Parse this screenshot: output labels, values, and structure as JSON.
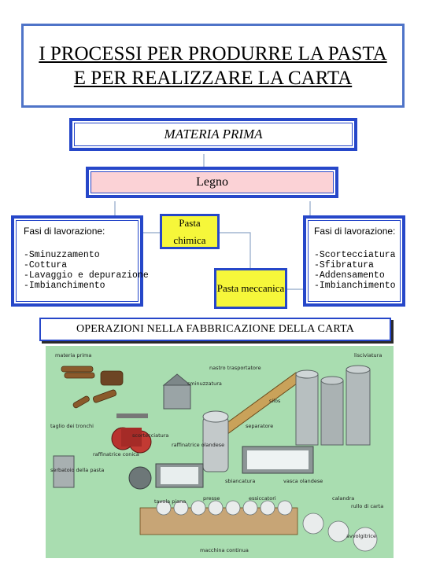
{
  "title": "I PROCESSI PER PRODURRE LA PASTA E PER REALIZZARE LA CARTA",
  "materia_prima": "MATERIA PRIMA",
  "legno": "Legno",
  "left_phases": {
    "title": "Fasi di lavorazione:",
    "items": [
      "-Sminuzzamento",
      "-Cottura",
      "-Lavaggio e depurazione",
      "-Imbianchimento"
    ]
  },
  "right_phases": {
    "title": "Fasi di lavorazione:",
    "items": [
      "-Scortecciatura",
      "-Sfibratura",
      "-Addensamento",
      "-Imbianchimento"
    ]
  },
  "pasta_chimica": "Pasta chimica",
  "pasta_meccanica": "Pasta meccanica",
  "operazioni": "OPERAZIONI NELLA FABBRICAZIONE DELLA CARTA",
  "figure_labels": {
    "materia_prima": "materia prima",
    "lisciviatura": "lisciviatura",
    "nastro_trasportatore": "nastro trasportatore",
    "sminuzzatura": "sminuzzatura",
    "silos": "silos",
    "separatore": "separatore",
    "taglio_dei_tronchi": "taglio dei tronchi",
    "scortecciatura": "scortecciatura",
    "raffinatrice_olandese": "raffinatrice olandese",
    "raffinatrice_conica": "raffinatrice conica",
    "serbatoio_della_pasta": "serbatoio della pasta",
    "sbiancatura": "sbiancatura",
    "vasca_olandese": "vasca olandese",
    "tavola_piana": "tavola piana",
    "presse": "presse",
    "essiccatori": "essiccatori",
    "calandra": "calandra",
    "rullo_di_carta": "rullo di carta",
    "avvolgitrice": "avvolgitrice",
    "macchina_continua": "macchina continua"
  },
  "colors": {
    "title_border": "#4f74c8",
    "box_border": "#2647c9",
    "legno_fill": "#fbd2d6",
    "pasta_fill": "#f6f73a",
    "connector": "#8fa6c8",
    "factory_bg": "#a9ddb0"
  }
}
